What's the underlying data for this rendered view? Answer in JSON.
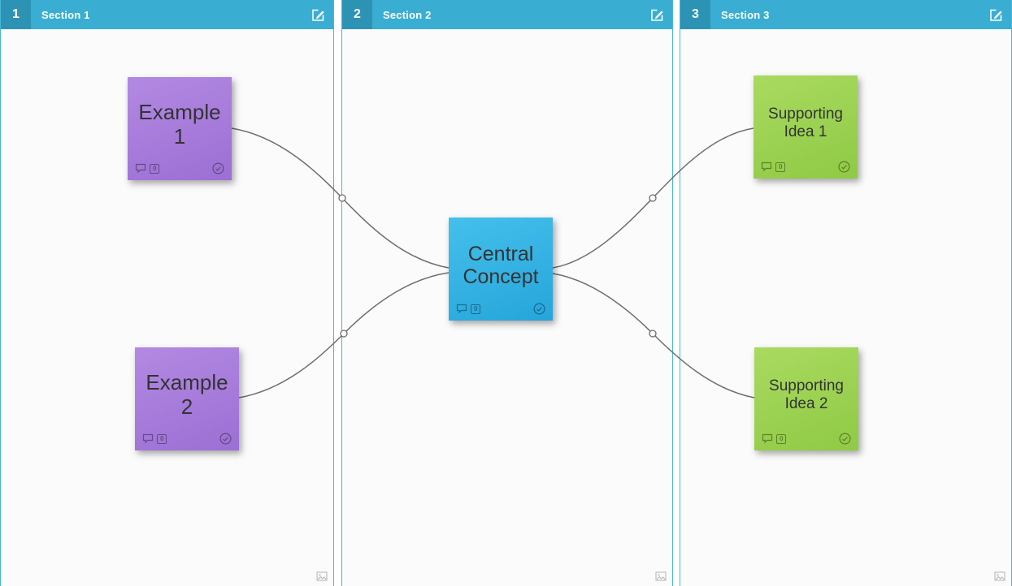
{
  "sections": [
    {
      "number": "1",
      "title": "Section 1"
    },
    {
      "number": "2",
      "title": "Section 2"
    },
    {
      "number": "3",
      "title": "Section 3"
    }
  ],
  "notes": [
    {
      "text": "Example 1",
      "comments": "0",
      "color": "purple"
    },
    {
      "text": "Example 2",
      "comments": "0",
      "color": "purple"
    },
    {
      "text": "Central Concept",
      "comments": "0",
      "color": "blue"
    },
    {
      "text": "Supporting Idea 1",
      "comments": "0",
      "color": "green"
    },
    {
      "text": "Supporting Idea 2",
      "comments": "0",
      "color": "green"
    }
  ],
  "colors": {
    "section_header": "#3aaed2",
    "section_badge": "#2d93b5",
    "section_border": "#49b5d8",
    "note_purple": "#a77edb",
    "note_blue": "#30b2e2",
    "note_green": "#9bd052",
    "connector": "#6e6e6e"
  }
}
